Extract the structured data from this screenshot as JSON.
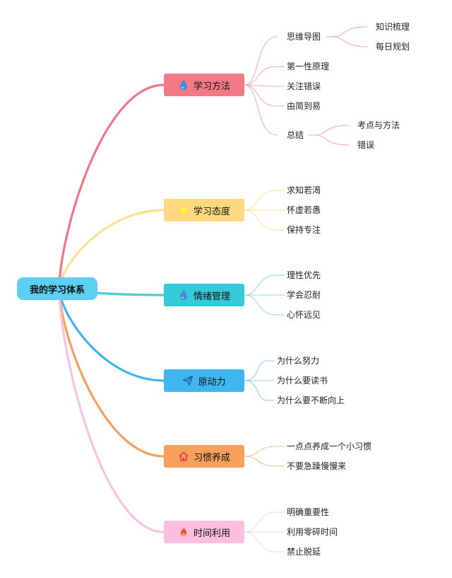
{
  "root": {
    "label": "我的学习体系"
  },
  "colors": {
    "root": "#5ccff3",
    "b1": "#f07a86",
    "b1_line": "#ec7886",
    "b1_leaf": "#f3a6af",
    "b2": "#fcd97f",
    "b2_line": "#fbe191",
    "b2_leaf": "#fbe191",
    "b3": "#35cad8",
    "b3_line": "#4ccbd8",
    "b3_leaf": "#88dbe5",
    "b4": "#3fb6ef",
    "b4_line": "#3fb3ee",
    "b4_leaf": "#86cdf2",
    "b5": "#f7a05c",
    "b5_line": "#f6a05c",
    "b5_leaf": "#f8bd8d",
    "b6": "#fbbedd",
    "b6_line": "#fbc3e0",
    "b6_leaf": "#f9d3e6"
  },
  "branches": [
    {
      "id": "b1",
      "label": "学习方法",
      "icon": "water-drop-icon",
      "items": [
        {
          "label": "思维导图",
          "children": [
            "知识梳理",
            "每日规划"
          ]
        },
        {
          "label": "第一性原理"
        },
        {
          "label": "关注错误"
        },
        {
          "label": "由简到易"
        },
        {
          "label": "总结",
          "children": [
            "考点与方法",
            "错误"
          ]
        }
      ]
    },
    {
      "id": "b2",
      "label": "学习态度",
      "icon": "sun-icon",
      "items": [
        {
          "label": "求知若渴"
        },
        {
          "label": "怀虚若愚"
        },
        {
          "label": "保持专注"
        }
      ]
    },
    {
      "id": "b3",
      "label": "情绪管理",
      "icon": "water-drop-icon",
      "items": [
        {
          "label": "理性优先"
        },
        {
          "label": "学会忍耐"
        },
        {
          "label": "心怀远见"
        }
      ]
    },
    {
      "id": "b4",
      "label": "原动力",
      "icon": "paper-plane-icon",
      "items": [
        {
          "label": "为什么努力"
        },
        {
          "label": "为什么要读书"
        },
        {
          "label": "为什么要不断向上"
        }
      ]
    },
    {
      "id": "b5",
      "label": "习惯养成",
      "icon": "house-icon",
      "items": [
        {
          "label": "一点点养成一个小习惯"
        },
        {
          "label": "不要急躁慢慢来"
        }
      ]
    },
    {
      "id": "b6",
      "label": "时间利用",
      "icon": "flame-icon",
      "items": [
        {
          "label": "明确重要性"
        },
        {
          "label": "利用零碎时间"
        },
        {
          "label": "禁止脱延"
        }
      ]
    }
  ]
}
